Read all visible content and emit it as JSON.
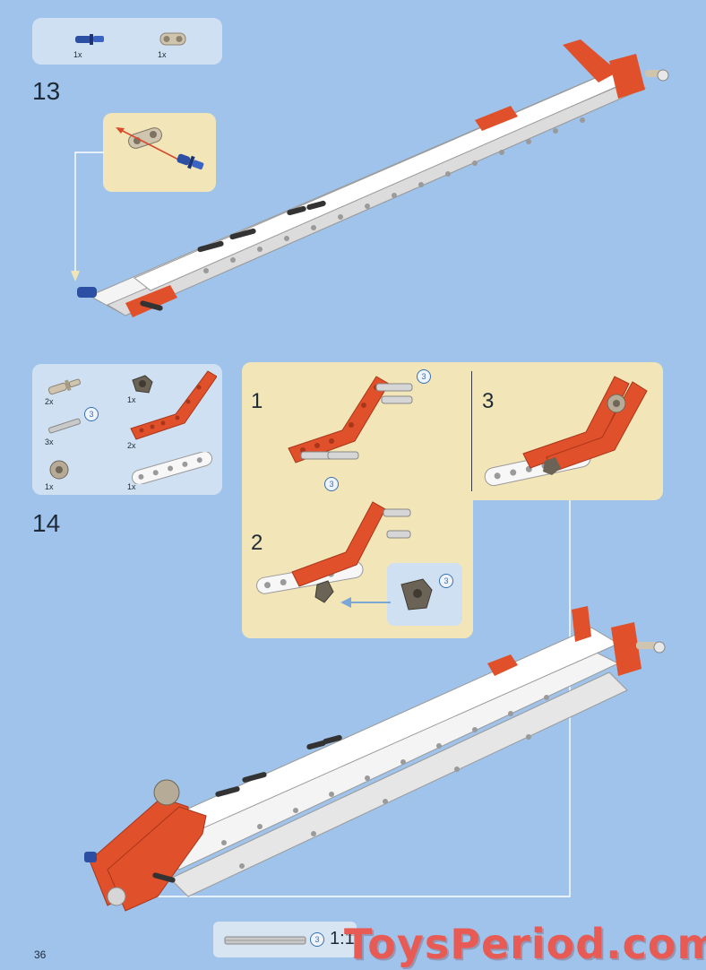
{
  "page_number": "36",
  "step13": {
    "number": "13",
    "parts": [
      {
        "qty": "1x",
        "icon": "blue-axle-pin-icon"
      },
      {
        "qty": "1x",
        "icon": "tan-beam-2-icon"
      }
    ]
  },
  "step14": {
    "number": "14",
    "parts": [
      {
        "qty": "2x",
        "icon": "tan-axle-pin-icon"
      },
      {
        "qty": "1x",
        "icon": "dark-connector-icon"
      },
      {
        "qty": "3x",
        "icon": "gray-axle-3-icon",
        "length": "3"
      },
      {
        "qty": "2x",
        "icon": "orange-bent-beam-icon"
      },
      {
        "qty": "1x",
        "icon": "bush-icon"
      },
      {
        "qty": "1x",
        "icon": "white-beam-5-icon"
      }
    ],
    "substeps": [
      {
        "number": "1",
        "callouts": [
          "3",
          "3"
        ]
      },
      {
        "number": "2",
        "callouts": [
          "3"
        ]
      },
      {
        "number": "3",
        "callouts": []
      }
    ]
  },
  "scale_ruler": {
    "length": "3",
    "label": "1:1"
  },
  "watermark": "ToysPeriod.com",
  "colors": {
    "page_bg": "#9fc3ea",
    "parts_box": "#cfe0f2",
    "subpanel": "#f2e6b8",
    "orange": "#e0502a",
    "white_beam": "#f4f4f4",
    "watermark": "#e85b54"
  }
}
